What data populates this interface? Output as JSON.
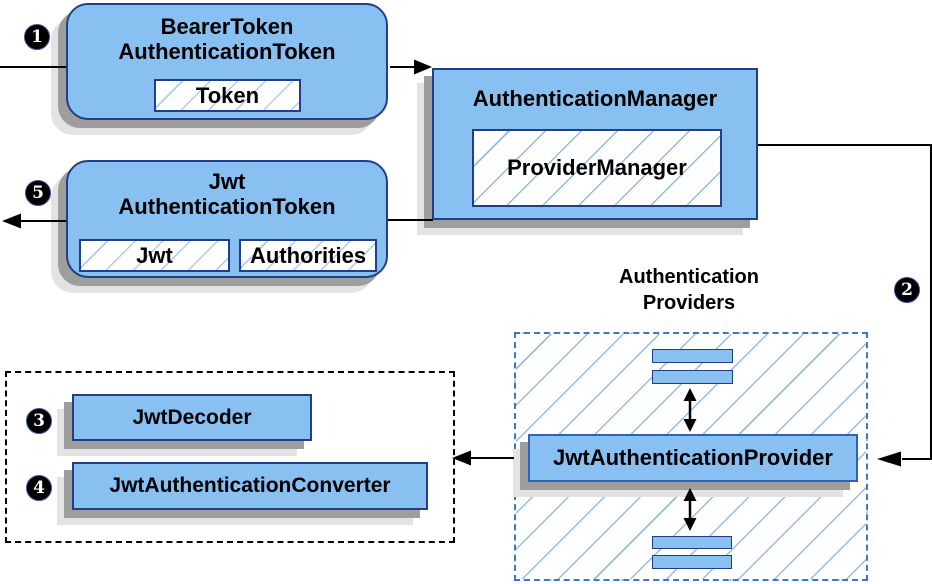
{
  "nodes": {
    "bearer_token": {
      "title_line1": "BearerToken",
      "title_line2": "AuthenticationToken",
      "field": "Token"
    },
    "authentication_manager": {
      "title": "AuthenticationManager",
      "field": "ProviderManager"
    },
    "jwt_authentication_token": {
      "title_line1": "Jwt",
      "title_line2": "AuthenticationToken",
      "field_jwt": "Jwt",
      "field_authorities": "Authorities"
    },
    "providers_group": {
      "label_line1": "Authentication",
      "label_line2": "Providers"
    },
    "jwt_authentication_provider": {
      "title": "JwtAuthenticationProvider"
    },
    "jwt_decoder": {
      "title": "JwtDecoder"
    },
    "jwt_authentication_converter": {
      "title": "JwtAuthenticationConverter"
    }
  },
  "badges": [
    {
      "label": "1"
    },
    {
      "label": "2"
    },
    {
      "label": "3"
    },
    {
      "label": "4"
    },
    {
      "label": "5"
    }
  ],
  "colors": {
    "node_fill": "#89C0F2",
    "node_border": "#223E85",
    "provider_border": "#2F63B4",
    "dashed_blue": "#3B77C5",
    "hatch_line": "#A8CDF2",
    "hatch_line_strong": "#8FBCE9",
    "shadow_dark": "#9E9E9E",
    "shadow_light": "#E3E3E3",
    "arrow": "#000000",
    "badge_bg": "#000000",
    "badge_text": "#FFFFFF"
  }
}
